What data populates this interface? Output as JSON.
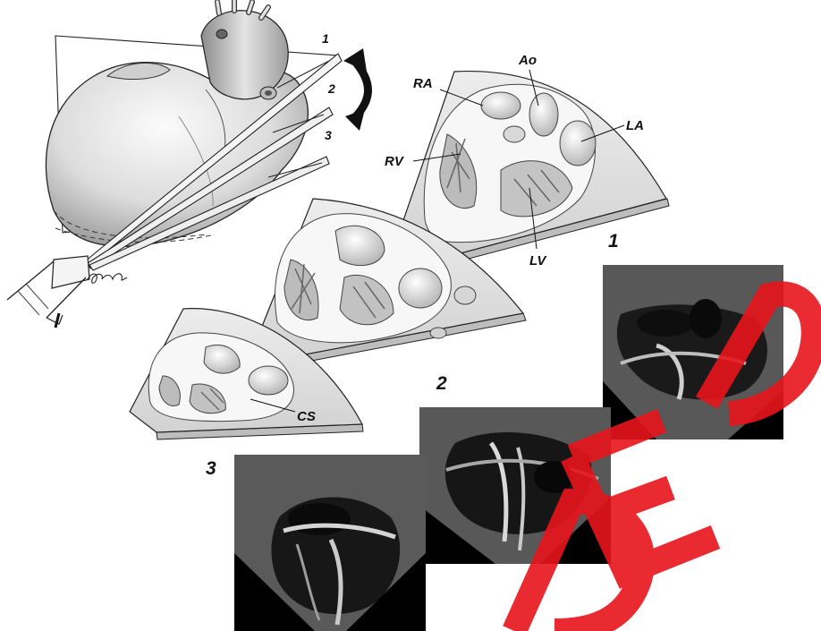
{
  "plane_labels": [
    "1",
    "2",
    "3"
  ],
  "view_numbers": {
    "view1": "1",
    "view2": "2",
    "view3": "3"
  },
  "anatomy_labels": {
    "ra": "RA",
    "ao": "Ao",
    "la": "LA",
    "rv": "RV",
    "lv": "LV",
    "cs": "CS"
  },
  "watermark_text": "DED",
  "colors": {
    "watermark": "#e8141b",
    "ink": "#111111",
    "tissue_light": "#e9e9e9",
    "tissue_dark": "#9a9a9a",
    "echo_background": "#000000"
  }
}
